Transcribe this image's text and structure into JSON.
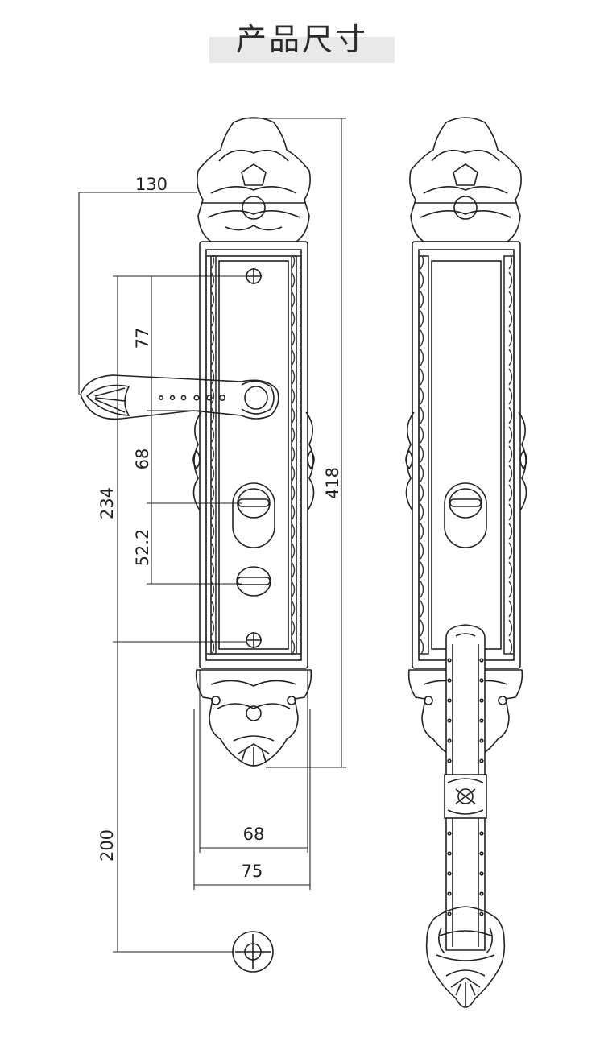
{
  "header": {
    "title": "产品尺寸"
  },
  "dimensions": {
    "handle_reach": "130",
    "total_height": "418",
    "upper_span": "234",
    "handle_to_top_hole": "77",
    "handle_to_cylinder": "68",
    "cylinder_spacing": "52.2",
    "lower_hole_span": "200",
    "inner_width": "68",
    "outer_width": "75"
  },
  "colors": {
    "line": "#222222",
    "title_band": "#e9e9e9"
  }
}
